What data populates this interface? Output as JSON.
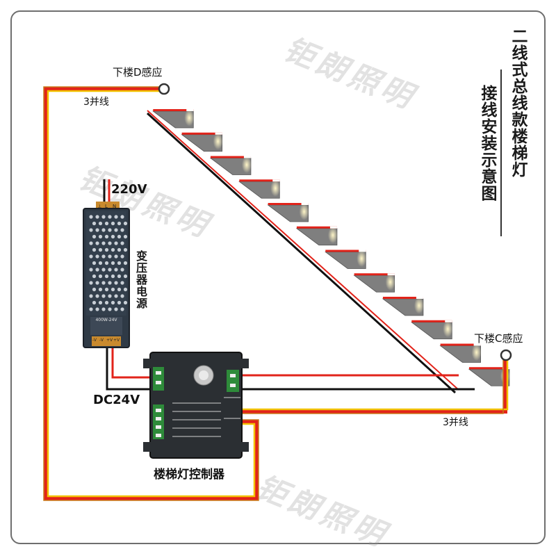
{
  "watermark": "钜朗照明",
  "title": {
    "line1": "二线式总线款楼梯灯",
    "line2": "接线安装示意图"
  },
  "labels": {
    "sensor_d": "下楼D感应",
    "sensor_c": "下楼C感应",
    "cable_top": "3并线",
    "cable_bottom": "3并线",
    "ac_input": "220V",
    "psu_name": "变压器电源",
    "dc_output": "DC24V",
    "controller_name": "楼梯灯控制器"
  },
  "psu": {
    "model": "400W-24V",
    "top_terminals": [
      "⏚",
      "L",
      "N"
    ],
    "bottom_terminals": [
      "-V",
      "-V",
      "+V",
      "+V"
    ]
  },
  "stairs": {
    "step_count": 12
  },
  "colors": {
    "wire_red": "#e2231a",
    "wire_black": "#111111",
    "wire_yellow": "#f2c200",
    "stair_fill": "#7f7f7f",
    "psu_body": "#2f3a46",
    "controller_body": "#2b2f33",
    "terminal_green": "#2e8b3a"
  }
}
